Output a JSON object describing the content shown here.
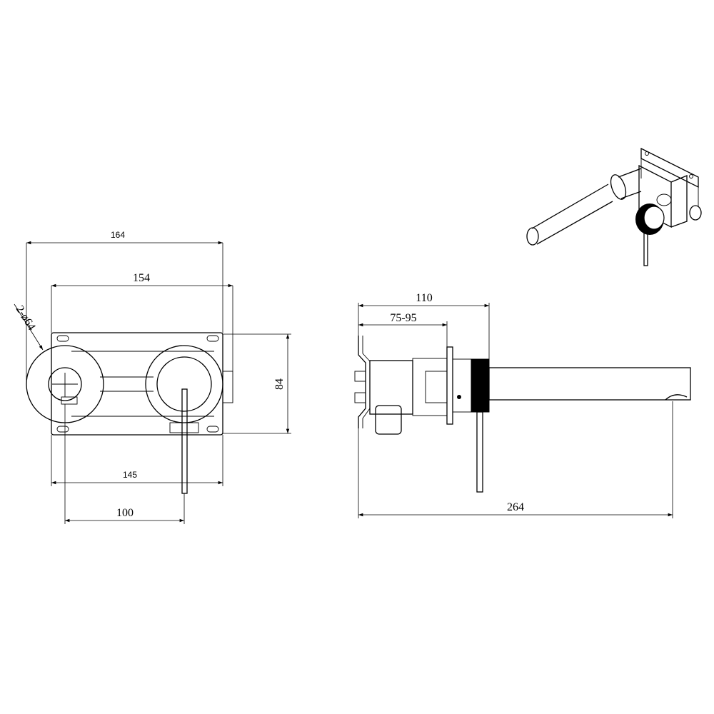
{
  "dimensions": {
    "front_view": {
      "overall_width": "164",
      "plate_width": "154",
      "diameter_label": "2-ø64",
      "height": "84",
      "mount_width": "145",
      "lever_offset": "100"
    },
    "side_view": {
      "depth": "110",
      "wall_range": "75-95",
      "spout_length": "264"
    }
  },
  "style": {
    "line_color": "#000000",
    "background": "#ffffff"
  }
}
